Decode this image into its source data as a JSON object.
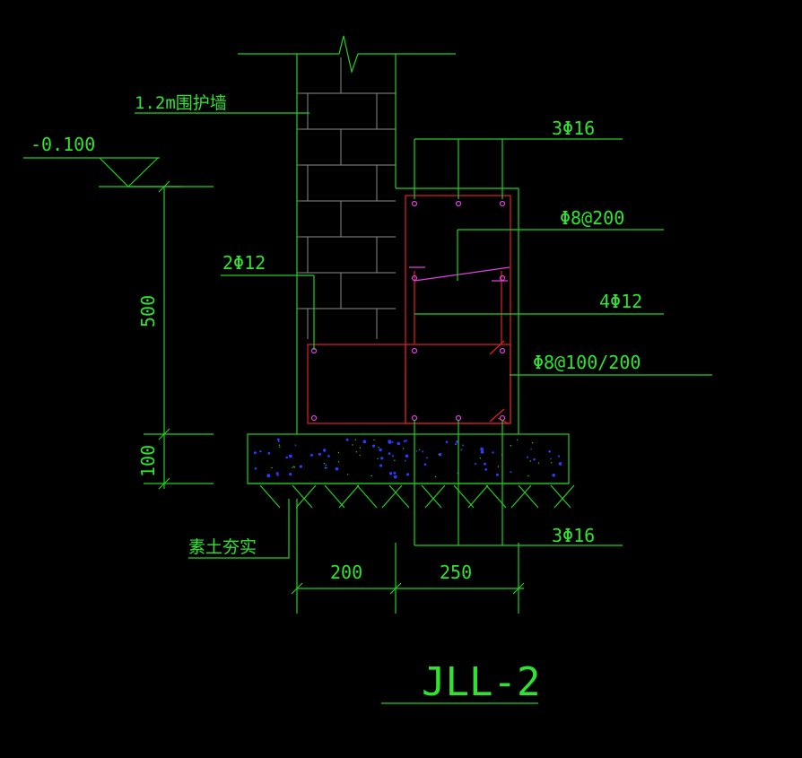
{
  "labels": {
    "wall": "1.2m围护墙",
    "elevation": "-0.100",
    "top_bars": "3Φ16",
    "stirrup_upper": "Φ8@200",
    "side_bars": "2Φ12",
    "mid_bars": "4Φ12",
    "stirrup_lower": "Φ8@100/200",
    "bottom_bars": "3Φ16",
    "soil": "素土夯实",
    "dim_height_upper": "500",
    "dim_height_lower": "100",
    "dim_width_left": "200",
    "dim_width_right": "250",
    "drawing_title": "JLL-2"
  },
  "colors": {
    "background": "#000000",
    "line": "#1fd11f",
    "text": "#2fe32f",
    "brick": "#8a8a8a",
    "rebar": "#e0202a",
    "tie": "#e040e0",
    "aggregate": "#2a3cff"
  }
}
